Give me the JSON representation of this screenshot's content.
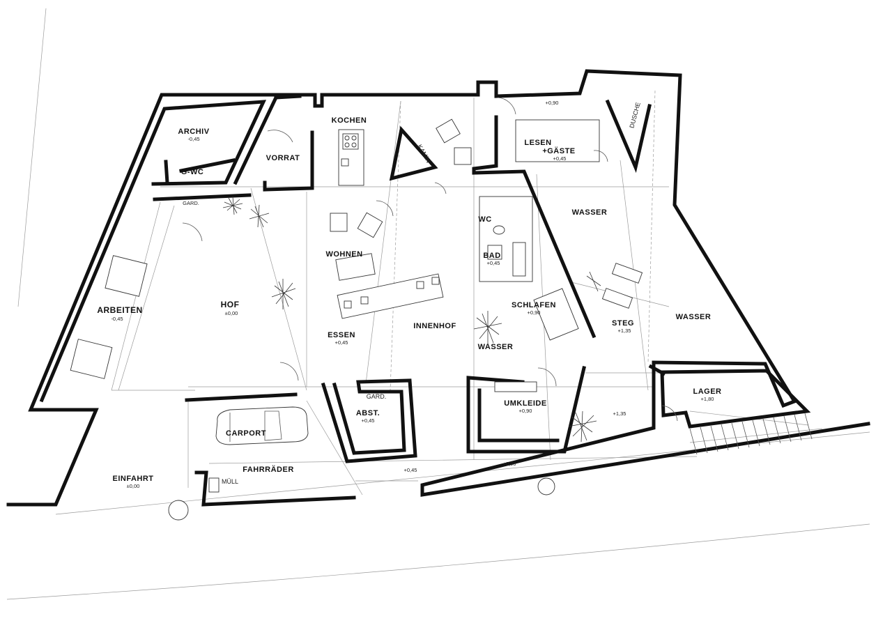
{
  "rooms": {
    "archiv": "ARCHIV",
    "archiv_level": "-0,45",
    "gwc": "G-WC",
    "gard1": "GARD.",
    "vorrat": "VORRAT",
    "kochen": "KOCHEN",
    "kamin": "KAMIN",
    "lesen": "LESEN",
    "gaeste": "+GÄSTE",
    "lesen_level": "+0,45",
    "top_level": "+0,90",
    "dusche": "DUSCHE",
    "wasser1": "WASSER",
    "wc": "WC",
    "wohnen": "WOHNEN",
    "bad": "BAD",
    "bad_level": "+0,45",
    "arbeiten": "ARBEITEN",
    "arbeiten_level": "-0,45",
    "hof": "HOF",
    "hof_level": "±0,00",
    "schlafen": "SCHLAFEN",
    "schlafen_level": "+0,90",
    "steg": "STEG",
    "steg_level": "+1,35",
    "wasser2": "WASSER",
    "innenhof": "INNENHOF",
    "essen": "ESSEN",
    "essen_level": "+0,45",
    "wasser3": "WASSER",
    "gard2": "GARD.",
    "abst": "ABST.",
    "abst_level": "+0,45",
    "umkleide": "UMKLEIDE",
    "umkleide_level": "+0,90",
    "right_level": "+1,35",
    "lager": "LAGER",
    "lager_level": "+1,80",
    "carport": "CARPORT",
    "fahrraeder": "FAHRRÄDER",
    "muell": "MÜLL",
    "einfahrt": "EINFAHRT",
    "einfahrt_level": "±0,00",
    "bottom_level1": "+0,45",
    "bottom_level2": "+0,90"
  }
}
